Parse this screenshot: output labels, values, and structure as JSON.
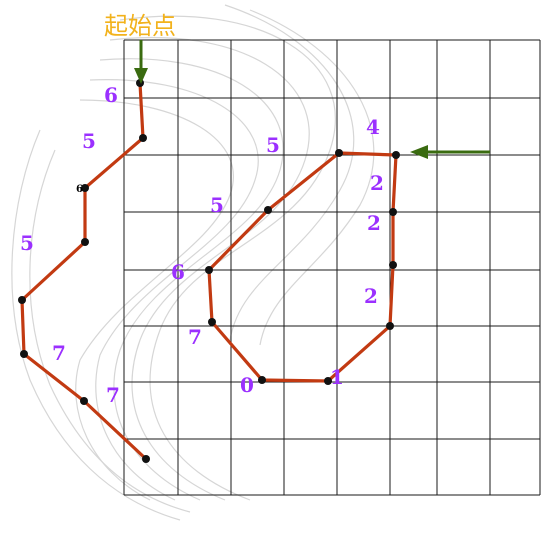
{
  "start_label": "起始点",
  "colors": {
    "grid": "#1a1a1a",
    "chain": "#c23a12",
    "code_text": "#9b30ff",
    "start_label": "#f2b21c",
    "arrow": "#3a6b10",
    "background_curves": "#d6d6d6"
  },
  "left_chain": {
    "codes": [
      "6",
      "5",
      "6",
      "5",
      "7",
      "7"
    ]
  },
  "right_chain": {
    "codes": [
      "4",
      "2",
      "2",
      "2",
      "1",
      "0",
      "7",
      "6",
      "5",
      "5"
    ]
  },
  "arrows": [
    "start-arrow-down",
    "start-arrow-left"
  ]
}
